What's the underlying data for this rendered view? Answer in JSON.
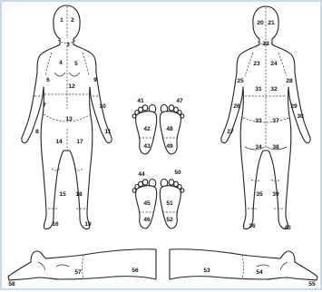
{
  "front_body": {
    "labels": [
      "1",
      "2",
      "3",
      "4",
      "5",
      "6",
      "7",
      "8",
      "9",
      "10",
      "11",
      "12",
      "13",
      "14",
      "15",
      "16",
      "17",
      "18",
      "19"
    ]
  },
  "back_body": {
    "labels": [
      "20",
      "21",
      "22",
      "23",
      "24",
      "25",
      "26",
      "27",
      "28",
      "29",
      "30",
      "31",
      "32",
      "33",
      "34",
      "35",
      "36",
      "37",
      "38",
      "39",
      "40"
    ]
  },
  "soles": {
    "labels": [
      "41",
      "42",
      "43",
      "44",
      "45",
      "46",
      "47",
      "48",
      "49",
      "50",
      "51",
      "52"
    ]
  },
  "legs": {
    "labels": [
      "53",
      "54",
      "55",
      "56",
      "57",
      "58"
    ]
  }
}
